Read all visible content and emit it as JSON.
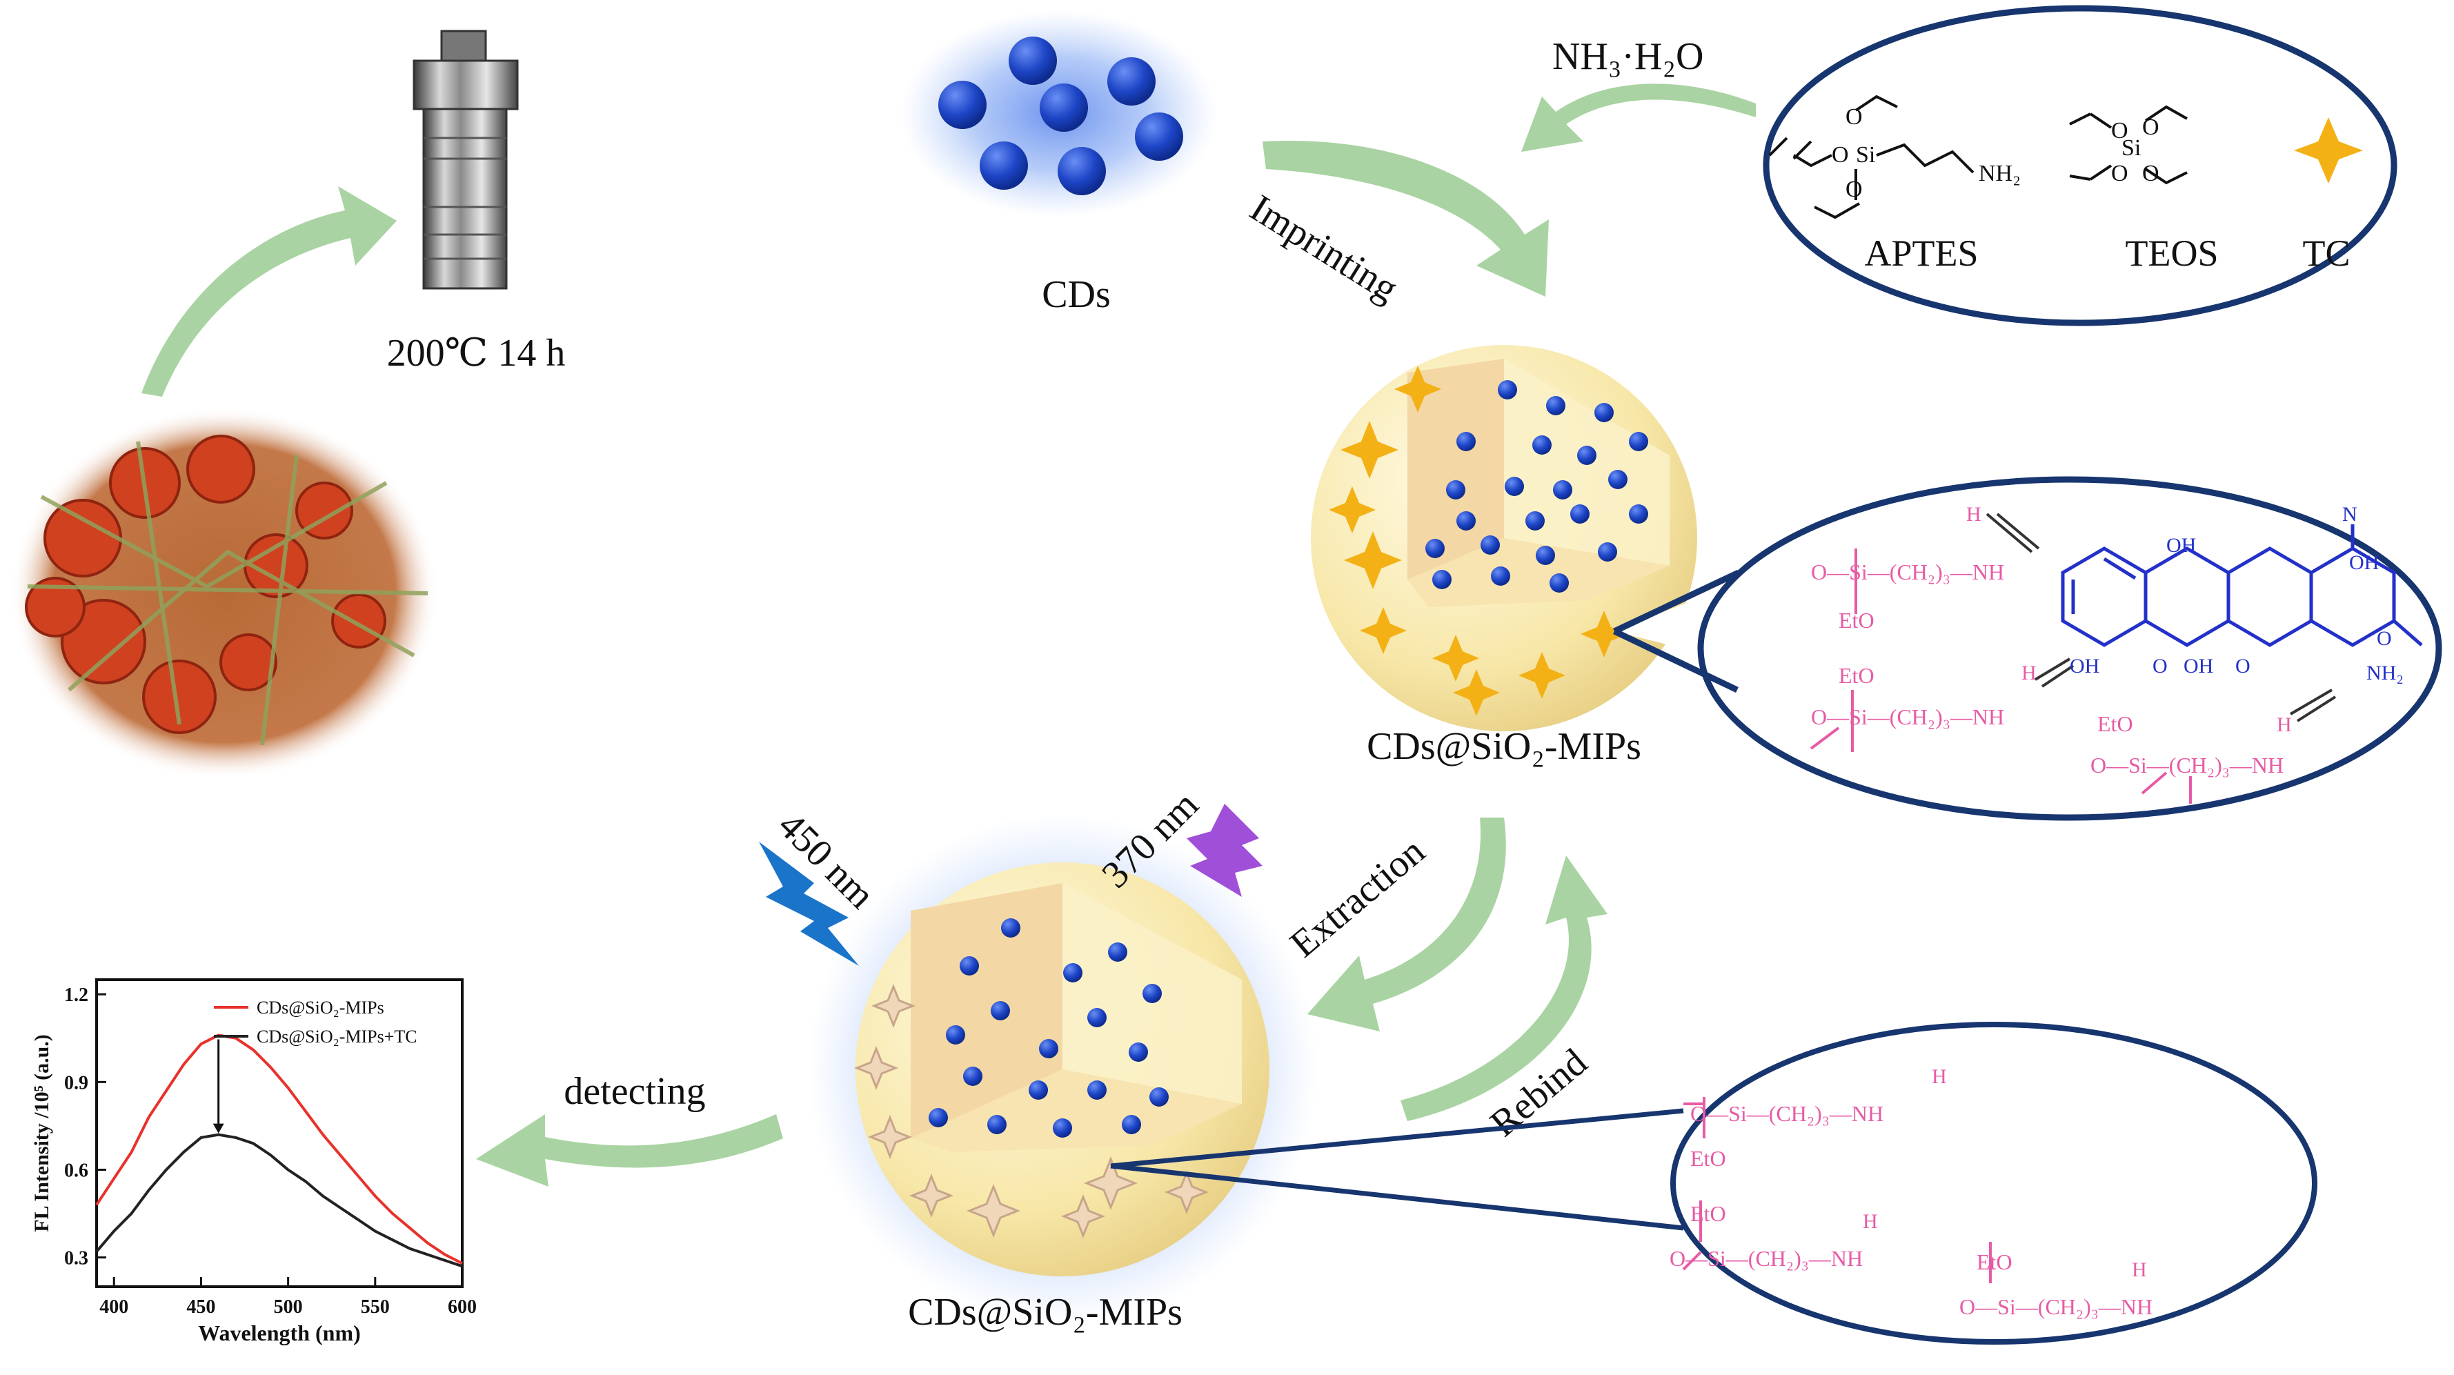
{
  "labels": {
    "autoclave_condition": "200℃ 14 h",
    "cds": "CDs",
    "ammonia": "NH₃·H₂O",
    "imprinting": "Imprinting",
    "mip_particle_top": "CDs@SiO₂-MIPs",
    "mip_particle_bottom": "CDs@SiO₂-MIPs",
    "extraction": "Extraction",
    "rebind": "Rebind",
    "detecting": "detecting",
    "emission": "450 nm",
    "excitation": "370 nm"
  },
  "reagents": {
    "aptes": "APTES",
    "teos": "TEOS",
    "tc": "TC",
    "nh2": "NH₂",
    "o": "O",
    "si": "Si"
  },
  "imprint_structure": {
    "chain": "O—Si—(CH₂)₃—NH",
    "eto": "EtO",
    "h": "H",
    "oh": "OH",
    "o": "O",
    "nh2": "NH₂",
    "n": "N"
  },
  "chart_data": {
    "type": "line",
    "xlabel": "Wavelength (nm)",
    "ylabel": "FL Intensity /10⁵ (a.u.)",
    "xlim": [
      390,
      600
    ],
    "ylim": [
      0.2,
      1.25
    ],
    "xticks": [
      "400",
      "450",
      "500",
      "550",
      "600"
    ],
    "yticks": [
      "0.3",
      "0.6",
      "0.9",
      "1.2"
    ],
    "grid": false,
    "legend": "top-right",
    "series": [
      {
        "name": "CDs@SiO₂-MIPs",
        "color": "#e8322b",
        "x": [
          390,
          400,
          410,
          420,
          430,
          440,
          450,
          460,
          470,
          480,
          490,
          500,
          510,
          520,
          530,
          540,
          550,
          560,
          570,
          580,
          590,
          600
        ],
        "y": [
          0.48,
          0.57,
          0.66,
          0.78,
          0.87,
          0.96,
          1.03,
          1.06,
          1.05,
          1.01,
          0.95,
          0.88,
          0.8,
          0.72,
          0.65,
          0.58,
          0.51,
          0.45,
          0.4,
          0.35,
          0.31,
          0.28
        ]
      },
      {
        "name": "CDs@SiO₂-MIPs+TC",
        "color": "#222222",
        "x": [
          390,
          400,
          410,
          420,
          430,
          440,
          450,
          460,
          470,
          480,
          490,
          500,
          510,
          520,
          530,
          540,
          550,
          560,
          570,
          580,
          590,
          600
        ],
        "y": [
          0.32,
          0.39,
          0.45,
          0.53,
          0.6,
          0.66,
          0.71,
          0.72,
          0.71,
          0.69,
          0.65,
          0.6,
          0.56,
          0.51,
          0.47,
          0.43,
          0.39,
          0.36,
          0.33,
          0.31,
          0.29,
          0.27
        ]
      }
    ]
  },
  "colors": {
    "arrow": "#a9d3a2",
    "dot": "#1f48c8",
    "glow": "#4f7de8",
    "sphere": "#fbf0c2",
    "star": "#f3b116",
    "ellipse_border": "#17356e",
    "pink": "#e75ba5",
    "ring_blue": "#2331c9"
  }
}
